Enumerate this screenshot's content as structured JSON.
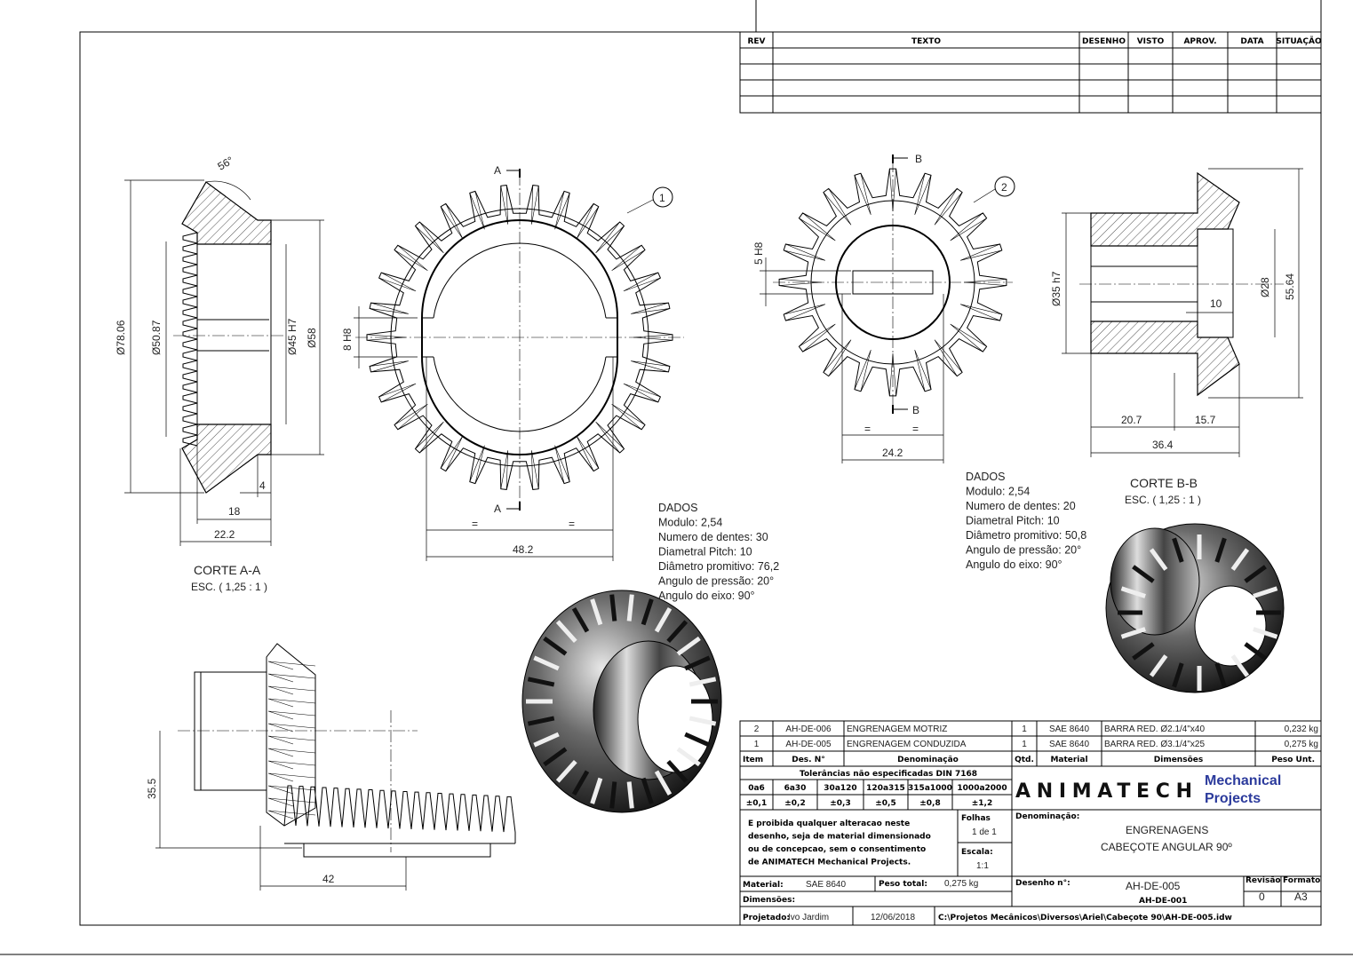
{
  "rev_table": {
    "headers": [
      "REV",
      "TEXTO",
      "DESENHO",
      "VISTO",
      "APROV.",
      "DATA",
      "SITUAÇÃO"
    ],
    "rows": 4
  },
  "corte_aa": {
    "title": "CORTE A-A",
    "scale": "ESC. ( 1,25 : 1 )",
    "angle": "56°",
    "d_outer": "Ø78.06",
    "d_root": "Ø50.87",
    "d_bore": "Ø45 H7",
    "d_hub": "Ø58",
    "dim_4": "4",
    "dim_18": "18",
    "dim_22": "22.2"
  },
  "front_1": {
    "cut_label_top": "A",
    "cut_label_bottom": "A",
    "keyway": "8 H8",
    "eq1": "=",
    "eq2": "=",
    "width": "48.2",
    "balloon": "1"
  },
  "front_2": {
    "cut_label_top": "B",
    "cut_label_bottom": "B",
    "keyway": "5 H8",
    "eq1": "=",
    "eq2": "=",
    "width": "24.2",
    "balloon": "2"
  },
  "corte_bb": {
    "title": "CORTE B-B",
    "scale": "ESC. ( 1,25 : 1 )",
    "d_hub": "Ø35 h7",
    "d_bore": "Ø28",
    "d_outer": "55.64",
    "dim_10": "10",
    "dim_20": "20.7",
    "dim_15": "15.7",
    "dim_36": "36.4"
  },
  "assembly": {
    "dim_v": "35.5",
    "dim_h": "42"
  },
  "dados_1": [
    "DADOS",
    "Modulo: 2,54",
    "Numero de dentes: 30",
    "Diametral Pitch: 10",
    "Diâmetro promitivo: 76,2",
    "Angulo de pressão: 20°",
    "Angulo do eixo: 90°"
  ],
  "dados_2": [
    "DADOS",
    "Modulo: 2,54",
    "Numero de dentes: 20",
    "Diametral Pitch: 10",
    "Diâmetro promitivo: 50,8",
    "Angulo de pressão: 20°",
    "Angulo do eixo: 90°"
  ],
  "parts": {
    "headers": [
      "Item",
      "Des. N°",
      "Denominação",
      "Qtd.",
      "Material",
      "Dimensões",
      "Peso Unt."
    ],
    "rows": [
      [
        "2",
        "AH-DE-006",
        "ENGRENAGEM MOTRIZ",
        "1",
        "SAE 8640",
        "BARRA RED. Ø2.1/4\"x40",
        "0,232 kg"
      ],
      [
        "1",
        "AH-DE-005",
        "ENGRENAGEM CONDUZIDA",
        "1",
        "SAE 8640",
        "BARRA RED. Ø3.1/4\"x25",
        "0,275 kg"
      ]
    ]
  },
  "tolerances": {
    "title": "Tolerâncias não especificadas   DIN 7168",
    "ranges": [
      "0a6",
      "6a30",
      "30a120",
      "120a315",
      "315a1000",
      "1000a2000"
    ],
    "values": [
      "±0,1",
      "±0,2",
      "±0,3",
      "±0,5",
      "±0,8",
      "±1,2"
    ]
  },
  "logo": {
    "brand": "ANIMATECH",
    "line1": "Mechanical",
    "line2": "Projects",
    "color": "#2b3a9c"
  },
  "notice": [
    "E proibida qualquer alteracao neste",
    "desenho, seja de material dimensionado",
    "ou de concepcao, sem o consentimento",
    "de ANIMATECH Mechanical Projects."
  ],
  "folhas": {
    "label": "Folhas",
    "value": "1 de 1"
  },
  "escala": {
    "label": "Escala:",
    "value": "1:1"
  },
  "denominacao": {
    "label": "Denominação:",
    "line1": "ENGRENAGENS",
    "line2": "CABEÇOTE ANGULAR 90º"
  },
  "material": {
    "label": "Material:",
    "value": "SAE 8640"
  },
  "peso_total": {
    "label": "Peso total:",
    "value": "0,275 kg"
  },
  "dimensoes": {
    "label": "Dimensões:"
  },
  "desenho": {
    "label": "Desenho n°:",
    "number": "AH-DE-005",
    "assembly": "AH-DE-001"
  },
  "revisao": {
    "label": "Revisão",
    "value": "0"
  },
  "formato": {
    "label": "Formato",
    "value": "A3"
  },
  "projetado": {
    "label": "Projetado:",
    "name": "Ivo Jardim",
    "date": "12/06/2018",
    "path": "C:\\Projetos Mecânicos\\Diversos\\Ariel\\Cabeçote 90\\AH-DE-005.idw"
  }
}
